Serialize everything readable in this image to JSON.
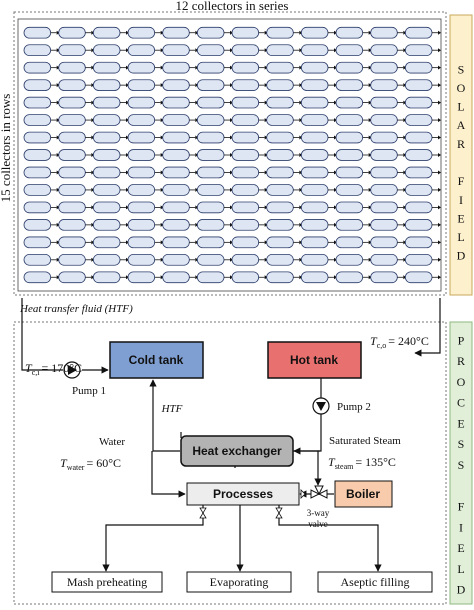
{
  "solar": {
    "top_label": "12 collectors  in series",
    "side_label": "15 collectors  in rows",
    "field_letters": [
      "S",
      "O",
      "L",
      "A",
      "R",
      "",
      "F",
      "I",
      "E",
      "L",
      "D"
    ],
    "columns": 12,
    "rows": 15,
    "band_color": "#fdf0cc",
    "tube_color": "#dfe6f3"
  },
  "process": {
    "htf_label": "Heat transfer fluid (HTF)",
    "field_letters": [
      "P",
      "R",
      "O",
      "C",
      "E",
      "S",
      "S",
      "",
      "F",
      "I",
      "E",
      "L",
      "D"
    ],
    "band_color": "#e1efd9",
    "cold_tank": {
      "label": "Cold tank",
      "color": "#7f9fd3"
    },
    "hot_tank": {
      "label": "Hot tank",
      "color": "#e8706f"
    },
    "heat_exchanger": {
      "label": "Heat exchanger",
      "color": "#b3b3b3"
    },
    "processes": {
      "label": "Processes",
      "color": "#ededed"
    },
    "boiler": {
      "label": "Boiler",
      "color": "#f7cbab"
    },
    "pump1": "Pump 1",
    "pump2": "Pump 2",
    "htf": "HTF",
    "water": "Water",
    "saturated_steam": "Saturated Steam",
    "valve": {
      "line1": "3-way",
      "line2": "valve"
    },
    "outputs": [
      "Mash preheating",
      "Evaporating",
      "Aseptic filling"
    ],
    "t_ci": {
      "sym": "T",
      "sub": "c,i",
      "val": "= 170°C"
    },
    "t_co": {
      "sym": "T",
      "sub": "c,o",
      "val": "= 240°C"
    },
    "t_water": {
      "sym": "T",
      "sub": "water",
      "val": "= 60°C"
    },
    "t_steam": {
      "sym": "T",
      "sub": "steam",
      "val": "= 135°C"
    }
  }
}
